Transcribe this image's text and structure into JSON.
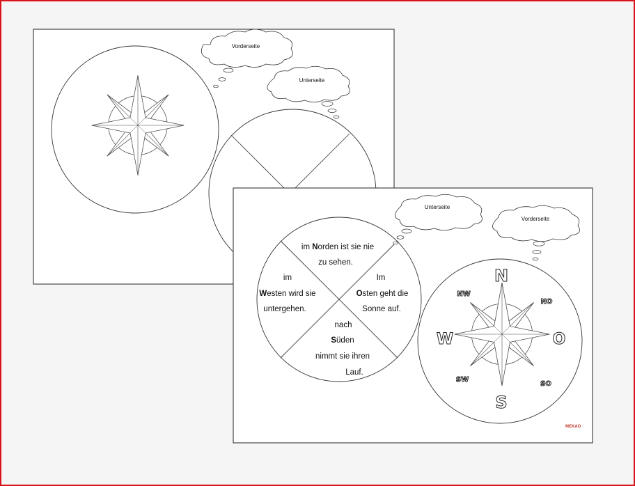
{
  "back_sheet": {
    "bubbles": {
      "front": "Vorderseite",
      "back": "Unterseite"
    }
  },
  "front_sheet": {
    "bubbles": {
      "back": "Unterseite",
      "front": "Vorderseite"
    },
    "wedges": {
      "north": {
        "pre": "im ",
        "bold": "N",
        "post": "orden ist sie nie",
        "line2": "zu sehen."
      },
      "east": {
        "line1": "Im",
        "bold": "O",
        "post": "sten geht die",
        "line3": "Sonne auf."
      },
      "south": {
        "line1": "nach",
        "bold": "S",
        "post": "üden",
        "line3": "nimmt sie ihren",
        "line4": "Lauf."
      },
      "west": {
        "line1": "im",
        "bold": "W",
        "post": "esten wird sie",
        "line3": "untergehen."
      }
    },
    "compass": {
      "N": "N",
      "O": "O",
      "S": "S",
      "W": "W",
      "NW": "NW",
      "NO": "NO",
      "SW": "SW",
      "SO": "SO"
    },
    "logo": "MEKAO"
  },
  "colors": {
    "frame": "#d8141a",
    "line": "#333333",
    "logo": "#c0392b"
  }
}
